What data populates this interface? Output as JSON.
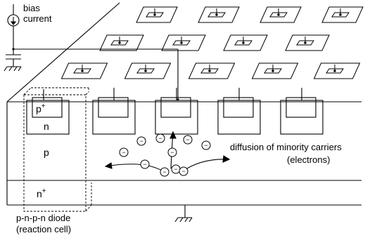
{
  "labels": {
    "bias_line1": "bias",
    "bias_line2": "current",
    "diffusion_line1": "diffusion of minority carriers",
    "diffusion_line2": "(electrons)",
    "diode_line1": "p-n-p-n diode",
    "diode_line2": "(reaction cell)"
  },
  "regions": {
    "p_plus": "p",
    "p_plus_sup": "+",
    "n": "n",
    "p": "p",
    "n_plus": "n",
    "n_plus_sup": "+"
  },
  "electron_symbol": "−",
  "colors": {
    "ink": "#000000",
    "background": "#ffffff"
  },
  "icon_names": [
    "current-source-icon",
    "capacitor-icon",
    "ground-icon"
  ]
}
